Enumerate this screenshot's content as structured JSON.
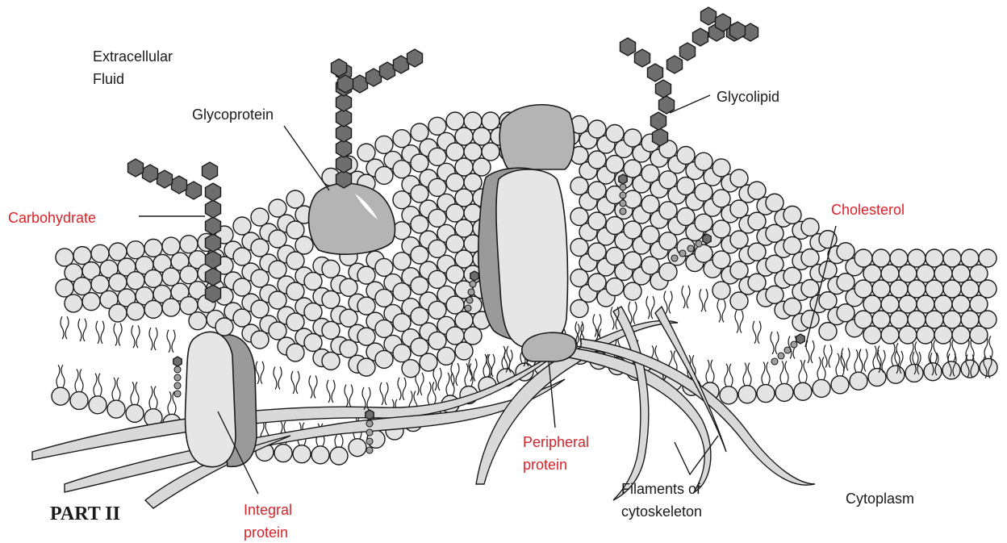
{
  "labels": {
    "extracellular_line1": "Extracellular",
    "extracellular_line2": "Fluid",
    "glycoprotein": "Glycoprotein",
    "glycolipid": "Glycolipid",
    "carbohydrate": "Carbohydrate",
    "cholesterol": "Cholesterol",
    "peripheral_line1": "Peripheral",
    "peripheral_line2": "protein",
    "filaments_line1": "Filaments of",
    "filaments_line2": "cytoskeleton",
    "cytoplasm": "Cytoplasm",
    "integral_line1": "Integral",
    "integral_line2": "protein",
    "part": "PART II"
  },
  "colors": {
    "label_black": "#1a1a1a",
    "label_red": "#d8232a",
    "head_fill": "#e4e4e4",
    "sugar_fill": "#6e6e6e",
    "protein_light": "#e6e6e6",
    "protein_mid": "#b4b4b4"
  }
}
